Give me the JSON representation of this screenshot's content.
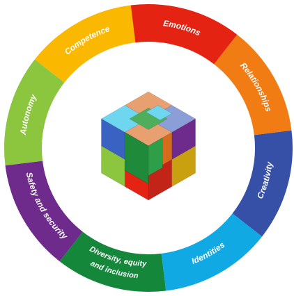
{
  "segments": [
    {
      "label": "Autonomy",
      "color": "#8CC63F"
    },
    {
      "label": "Competence",
      "color": "#FBB800"
    },
    {
      "label": "Emotions",
      "color": "#E42313"
    },
    {
      "label": "Relationships",
      "color": "#F07C13"
    },
    {
      "label": "Creativity",
      "color": "#3650A8"
    },
    {
      "label": "Identities",
      "color": "#10A9E3"
    },
    {
      "label": "Diversity, equity and inclusion",
      "color": "#14873B"
    },
    {
      "label": "Safety and security",
      "color": "#6E2B8B"
    }
  ],
  "cube": {
    "top_colors": [
      "#E8A070",
      "#8B9ED8",
      "#6FD6F0",
      "#E8A070",
      "#4FAE5B"
    ],
    "left_colors": [
      "#3A62C2",
      "#1E8A3A",
      "#8CC63F",
      "#E42313"
    ],
    "right_colors": [
      "#D76B1C",
      "#6E2B8B",
      "#C22418",
      "#C9A010"
    ]
  }
}
